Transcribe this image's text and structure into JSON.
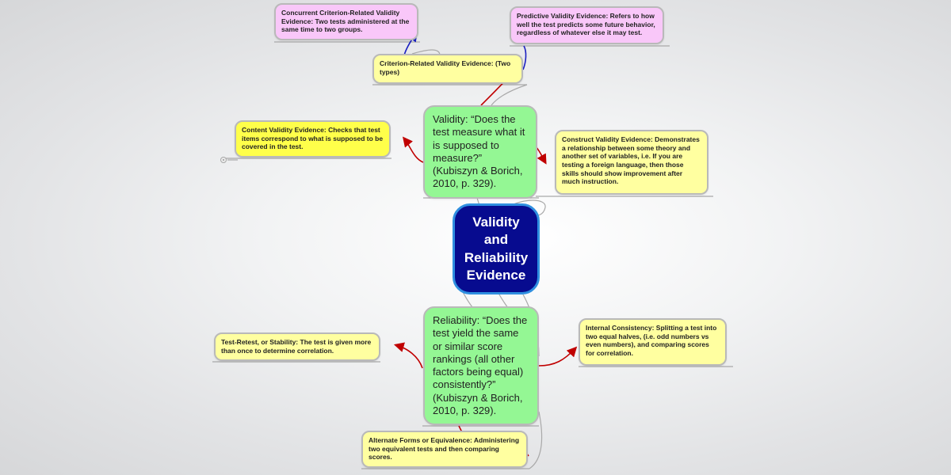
{
  "mindmap": {
    "central": {
      "label": "Validity and Reliability Evidence"
    },
    "validity": {
      "label": "Validity: “Does the test measure what it is supposed to measure?” (Kubiszyn & Borich, 2010, p. 329).",
      "children": {
        "criterion": {
          "label": "Criterion-Related Validity Evidence: (Two types)",
          "concurrent": "Concurrent Criterion-Related Validity Evidence: Two tests administered at the same time to two groups.",
          "predictive": "Predictive Validity Evidence: Refers to how well the test predicts some future behavior, regardless of whatever else it may test."
        },
        "content": "Content Validity Evidence: Checks that test items correspond to what is supposed to be covered in the test.",
        "construct": "Construct Validity Evidence: Demonstrates a relationship between some theory and another set of variables, i.e. If you are testing a foreign language, then those skills should show improvement after much instruction."
      }
    },
    "reliability": {
      "label": "Reliability: “Does the test yield the same or similar score rankings (all other factors being equal) consistently?” (Kubiszyn & Borich, 2010, p. 329).",
      "children": {
        "test_retest": "Test-Retest, or Stability: The test is given more than once to determine correlation.",
        "internal": "Internal Consistency:  Splitting a test into two equal halves, (i.e. odd numbers vs even numbers), and comparing scores for correlation.",
        "alternate": "Alternate Forms or Equivalence: Administering two equivalent tests and then comparing scores."
      }
    }
  },
  "colors": {
    "central_fill": "#070b8f",
    "central_border": "#2f8fe0",
    "topic_fill": "#94f794",
    "subtopic_fill": "#ffffa0",
    "highlight_fill": "#ffff4a",
    "pink_fill": "#f9c7f9",
    "red_arrow": "#c00000",
    "blue_arrow": "#1a1fc0",
    "connector": "#a9a9a9"
  }
}
